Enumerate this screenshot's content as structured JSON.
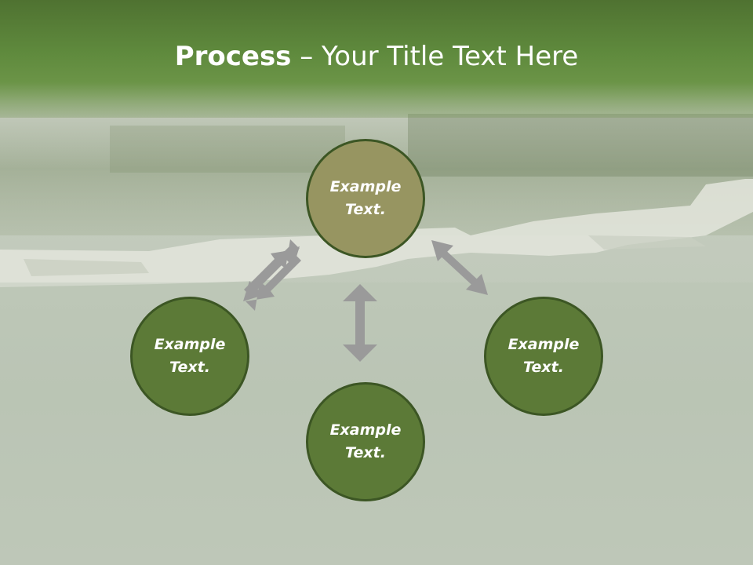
{
  "title": {
    "bold": "Process",
    "rest": " – Your Title Text Here"
  },
  "nodes": [
    {
      "id": "top",
      "label": "Example Text.",
      "color": "#979561"
    },
    {
      "id": "left",
      "label": "Example Text.",
      "color": "#5c7a37"
    },
    {
      "id": "right",
      "label": "Example Text.",
      "color": "#5c7a37"
    },
    {
      "id": "bottom",
      "label": "Example Text.",
      "color": "#5c7a37"
    }
  ],
  "colors": {
    "arrow": "#9a9a9a",
    "node_border": "#3c5624",
    "title_bar": "#5f8a3d"
  }
}
